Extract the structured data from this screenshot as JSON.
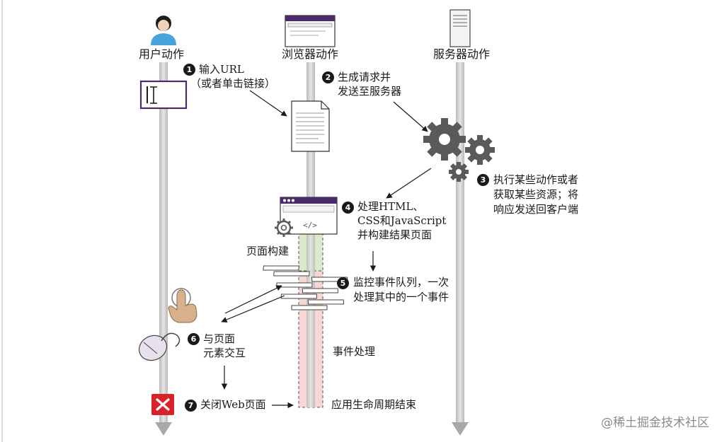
{
  "lanes": {
    "user": "用户动作",
    "browser": "浏览器动作",
    "server": "服务器动作"
  },
  "steps": {
    "s1": {
      "num": "1",
      "line1": "输入URL",
      "line2": "（或者单击链接）"
    },
    "s2": {
      "num": "2",
      "line1": "生成请求并",
      "line2": "发送至服务器"
    },
    "s3": {
      "num": "3",
      "line1": "执行某些动作或者",
      "line2": "获取某些资源；将",
      "line3": "响应发送回客户端"
    },
    "s4": {
      "num": "4",
      "line1": "处理HTML、",
      "line2": "CSS和JavaScript",
      "line3": "并构建结果页面"
    },
    "s5": {
      "num": "5",
      "line1": "监控事件队列，一次",
      "line2": "处理其中的一个事件"
    },
    "s6": {
      "num": "6",
      "line1": "与页面",
      "line2": "元素交互"
    },
    "s7": {
      "num": "7",
      "line1": "关闭Web页面"
    }
  },
  "labels": {
    "page_build": "页面构建",
    "event_handling": "事件处理",
    "lifecycle_end": "应用生命周期结束"
  },
  "browser_window_code": "</>",
  "watermark": "@稀土掘金技术社区",
  "colors": {
    "lane_line": "#c8c8c8",
    "accent_purple": "#4a2a6a",
    "gear": "#5a5a5a",
    "hand": "#d9b08c",
    "close_red": "#d9232a",
    "event_band": "#f7d6d6",
    "page_band": "#d9ebcc"
  },
  "icons": [
    "person-icon",
    "browser-icon",
    "server-icon",
    "cursor-input-icon",
    "document-icon",
    "gears-icon",
    "gear-icon",
    "stack-icon",
    "hand-icon",
    "mouse-icon",
    "close-icon"
  ]
}
